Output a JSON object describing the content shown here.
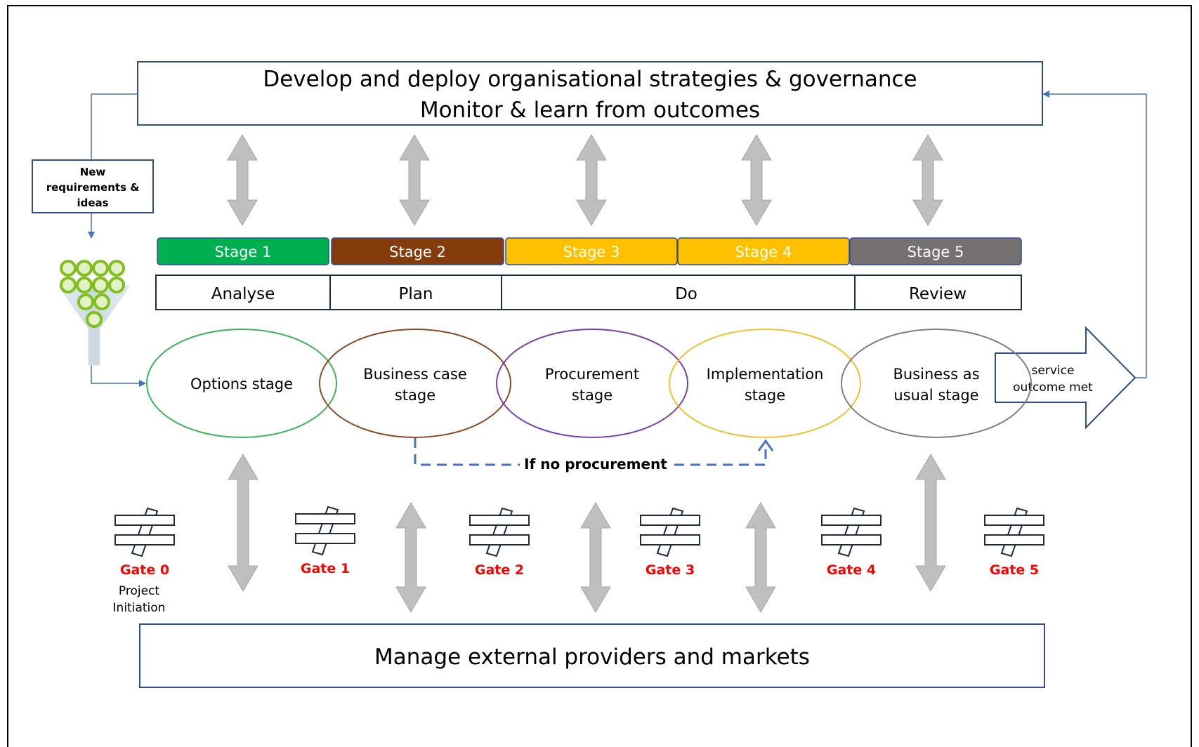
{
  "top_box": {
    "line1": "Develop and deploy organisational strategies & governance",
    "line2": "Monitor & learn from outcomes"
  },
  "bottom_box": {
    "label": "Manage external providers and markets"
  },
  "new_req": {
    "line1": "New",
    "line2": "requirements &",
    "line3": "ideas"
  },
  "stages": [
    {
      "label": "Stage 1",
      "color": "#00b050"
    },
    {
      "label": "Stage 2",
      "color": "#843c0c"
    },
    {
      "label": "Stage 3",
      "color": "#ffc000"
    },
    {
      "label": "Stage 4",
      "color": "#ffc000"
    },
    {
      "label": "Stage 5",
      "color": "#767171"
    }
  ],
  "phases": {
    "analyse": "Analyse",
    "plan": "Plan",
    "do": "Do",
    "review": "Review"
  },
  "ellipses": [
    {
      "line1": "Options stage",
      "line2": "",
      "color": "#3cb55a"
    },
    {
      "line1": "Business case",
      "line2": "stage",
      "color": "#8b4a24"
    },
    {
      "line1": "Procurement",
      "line2": "stage",
      "color": "#7a3fb0"
    },
    {
      "line1": "Implementation",
      "line2": "stage",
      "color": "#f2c12e"
    },
    {
      "line1": "Business as",
      "line2": "usual stage",
      "color": "#7f7f7f"
    }
  ],
  "outcome": {
    "line1": "service",
    "line2": "outcome met"
  },
  "no_procurement": "If no procurement",
  "gates": [
    "Gate 0",
    "Gate 1",
    "Gate 2",
    "Gate 3",
    "Gate 4",
    "Gate 5"
  ],
  "project_initiation": {
    "line1": "Project",
    "line2": "Initiation"
  },
  "colors": {
    "box_border": "#2f4d8f",
    "connector": "#4472c4",
    "arrow_fill": "#bfbfbf",
    "gate_text": "#ff0000"
  }
}
